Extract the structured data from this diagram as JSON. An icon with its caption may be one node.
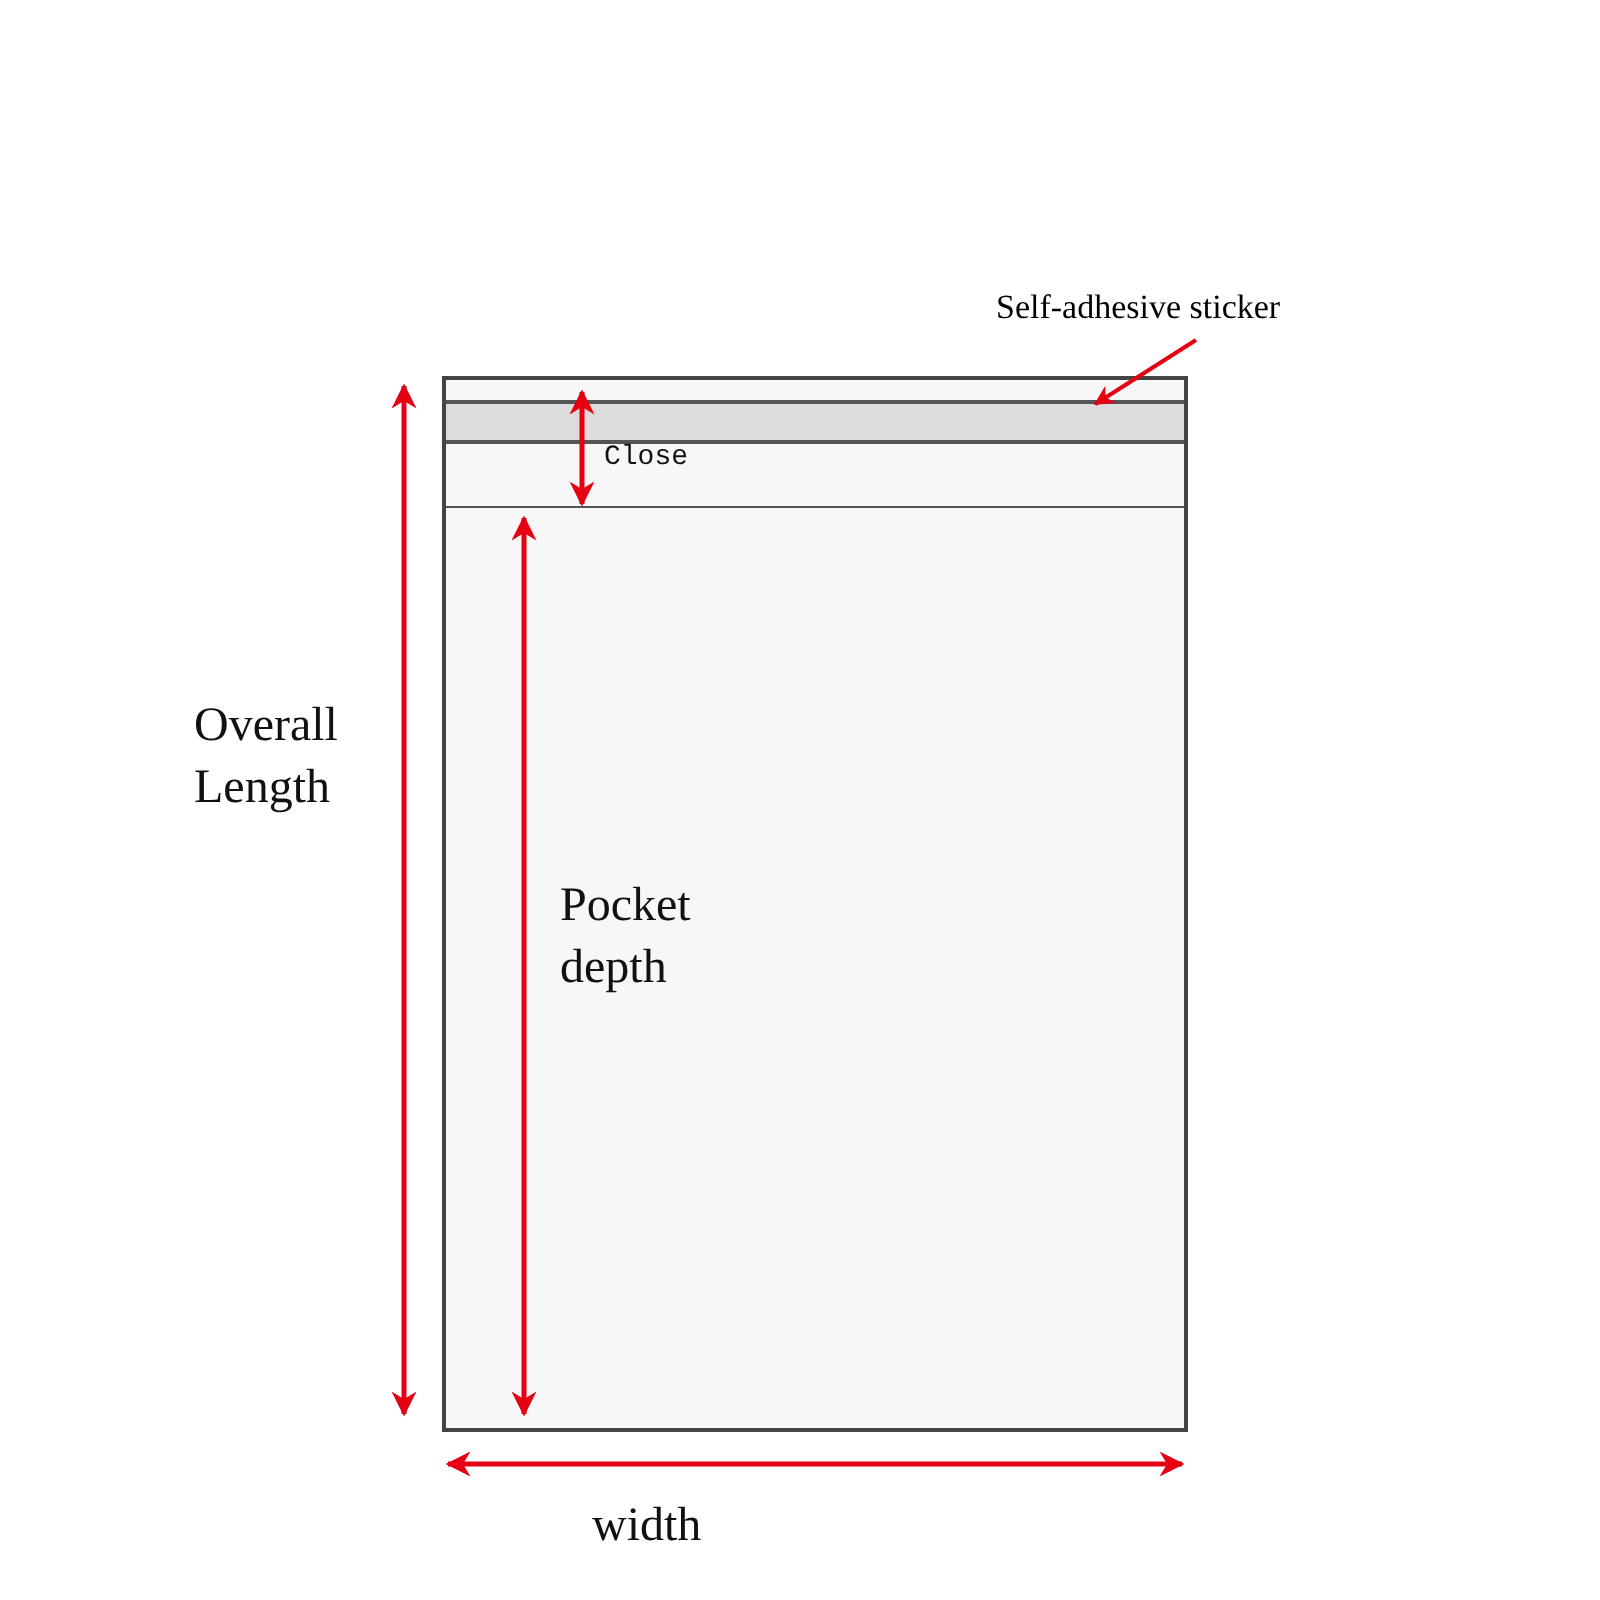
{
  "diagram": {
    "nodes": [
      {
        "text": [],
        "shape": "box"
      },
      {
        "text": [],
        "shape": "bar",
        "in": 0
      },
      {
        "text": [
          "Self-adhesive sticker"
        ]
      }
    ],
    "edges": [
      {
        "from": 2,
        "to": 1,
        "arrow": "to"
      }
    ],
    "labels": [
      "Close",
      "Overall Length",
      "Pocket depth",
      "width"
    ]
  }
}
